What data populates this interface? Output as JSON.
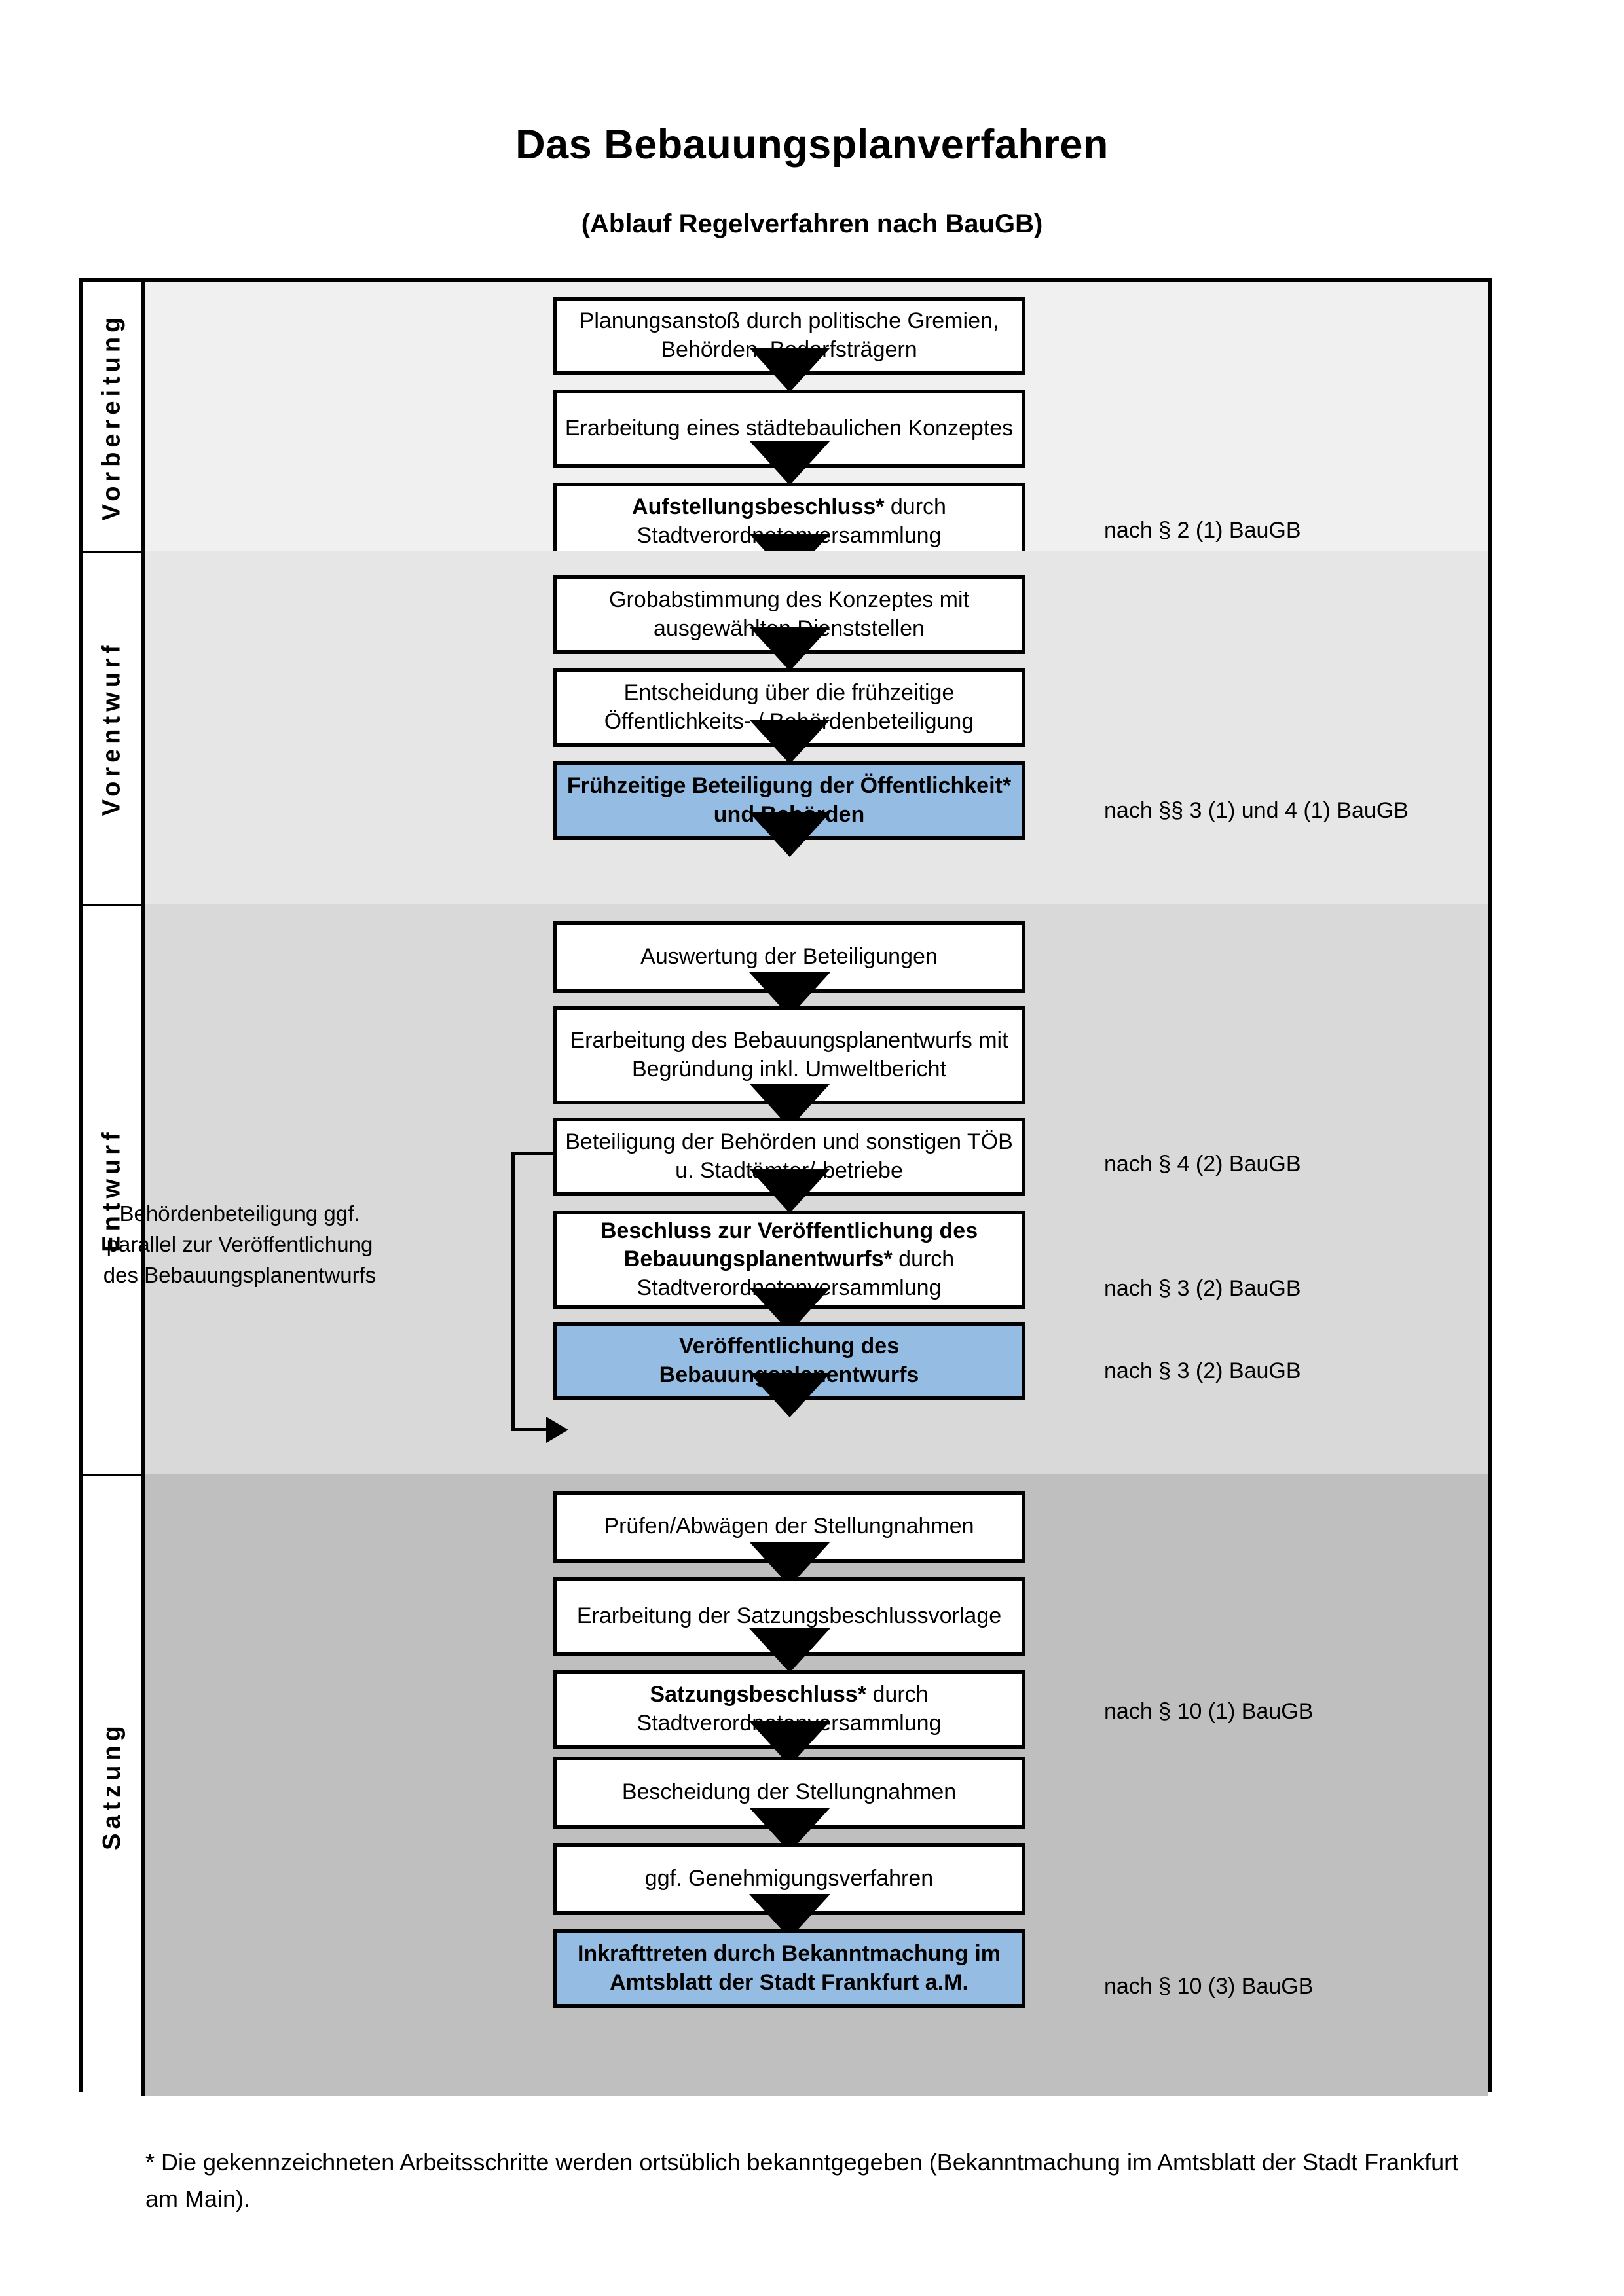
{
  "header": {
    "title": "Das Bebauungsplanverfahren",
    "subtitle": "(Ablauf Regelverfahren nach BauGB)"
  },
  "colors": {
    "band_vorbereitung": "#f0f0f0",
    "band_vorentwurf": "#e6e6e6",
    "band_entwurf": "#d9d9d9",
    "band_satzung": "#bfbfbf",
    "highlight_box": "#95bde3",
    "box_fill": "#ffffff",
    "line": "#000000"
  },
  "sections": [
    {
      "id": "vorbereitung",
      "label": "Vorbereitung",
      "steps": [
        {
          "id": "planungsanstoss",
          "text": "Planungsanstoß durch politische Gremien, Behörden, Bedarfsträgern",
          "bold_prefix": "",
          "highlighted": false
        },
        {
          "id": "staedtebauliches-konzept",
          "text": "Erarbeitung eines städtebaulichen Konzeptes",
          "bold_prefix": "",
          "highlighted": false
        },
        {
          "id": "aufstellungsbeschluss",
          "text": " durch Stadtverordnetenversammlung",
          "bold_prefix": "Aufstellungsbeschluss*",
          "highlighted": false
        }
      ],
      "annotations": [
        {
          "id": "anno-par2-1",
          "text": "nach § 2 (1) BauGB"
        }
      ]
    },
    {
      "id": "vorentwurf",
      "label": "Vorentwurf",
      "steps": [
        {
          "id": "grobabstimmung",
          "text": "Grobabstimmung des Konzeptes mit ausgewählten Dienststellen",
          "bold_prefix": "",
          "highlighted": false
        },
        {
          "id": "entscheidung-fruehzeitige",
          "text": "Entscheidung über die frühzeitige Öffentlichkeits- / Behördenbeteiligung",
          "bold_prefix": "",
          "highlighted": false
        },
        {
          "id": "fruehzeitige-beteiligung",
          "text": "Frühzeitige Beteiligung der Öffentlichkeit* und Behörden",
          "bold_prefix": "",
          "highlighted": true
        }
      ],
      "annotations": [
        {
          "id": "anno-par3-1-4-1",
          "text": "nach §§ 3 (1) und 4 (1) BauGB"
        }
      ]
    },
    {
      "id": "entwurf",
      "label": "Entwurf",
      "side_note": "Behördenbeteiligung ggf. parallel zur Veröffentlichung des Bebauungsplanentwurfs",
      "steps": [
        {
          "id": "auswertung-beteiligungen",
          "text": "Auswertung der Beteiligungen",
          "bold_prefix": "",
          "highlighted": false
        },
        {
          "id": "erarbeitung-entwurf",
          "text": "Erarbeitung des Bebauungsplanentwurfs mit Begründung inkl. Umweltbericht",
          "bold_prefix": "",
          "highlighted": false
        },
        {
          "id": "beteiligung-behoerden-toeb",
          "text": "Beteiligung der Behörden und sonstigen TÖB u. Stadtämter/-betriebe",
          "bold_prefix": "",
          "highlighted": false
        },
        {
          "id": "beschluss-veroeffentlichung",
          "text": " durch Stadtverordnetenversammlung",
          "bold_prefix": "Beschluss zur Veröffentlichung des Bebauungsplanentwurfs*",
          "highlighted": false
        },
        {
          "id": "veroeffentlichung-entwurf",
          "text": "Veröffentlichung des Bebauungsplanentwurfs",
          "bold_prefix": "",
          "highlighted": true
        }
      ],
      "annotations": [
        {
          "id": "anno-par4-2",
          "text": "nach § 4 (2) BauGB"
        },
        {
          "id": "anno-par3-2-a",
          "text": "nach § 3 (2) BauGB"
        },
        {
          "id": "anno-par3-2-b",
          "text": "nach § 3 (2) BauGB"
        }
      ]
    },
    {
      "id": "satzung",
      "label": "Satzung",
      "steps": [
        {
          "id": "pruefen-abwaegen",
          "text": "Prüfen/Abwägen der Stellungnahmen",
          "bold_prefix": "",
          "highlighted": false
        },
        {
          "id": "erarbeitung-satzungsvorlage",
          "text": "Erarbeitung der Satzungsbeschlussvorlage",
          "bold_prefix": "",
          "highlighted": false
        },
        {
          "id": "satzungsbeschluss",
          "text": " durch Stadtverordnetenversammlung",
          "bold_prefix": "Satzungsbeschluss*",
          "highlighted": false
        },
        {
          "id": "bescheidung-stellungnahmen",
          "text": "Bescheidung der Stellungnahmen",
          "bold_prefix": "",
          "highlighted": false
        },
        {
          "id": "genehmigungsverfahren",
          "text": "ggf. Genehmigungsverfahren",
          "bold_prefix": "",
          "highlighted": false
        },
        {
          "id": "inkrafttreten",
          "text": " durch Bekanntmachung im Amtsblatt der Stadt Frankfurt a.M.",
          "bold_prefix": "Inkrafttreten",
          "highlighted": true
        }
      ],
      "annotations": [
        {
          "id": "anno-par10-1",
          "text": "nach § 10 (1) BauGB"
        },
        {
          "id": "anno-par10-3",
          "text": "nach § 10 (3) BauGB"
        }
      ]
    }
  ],
  "footnote": "* Die gekennzeichneten Arbeitsschritte werden ortsüblich bekanntgegeben (Bekanntmachung im Amtsblatt  der Stadt Frankfurt am Main)."
}
